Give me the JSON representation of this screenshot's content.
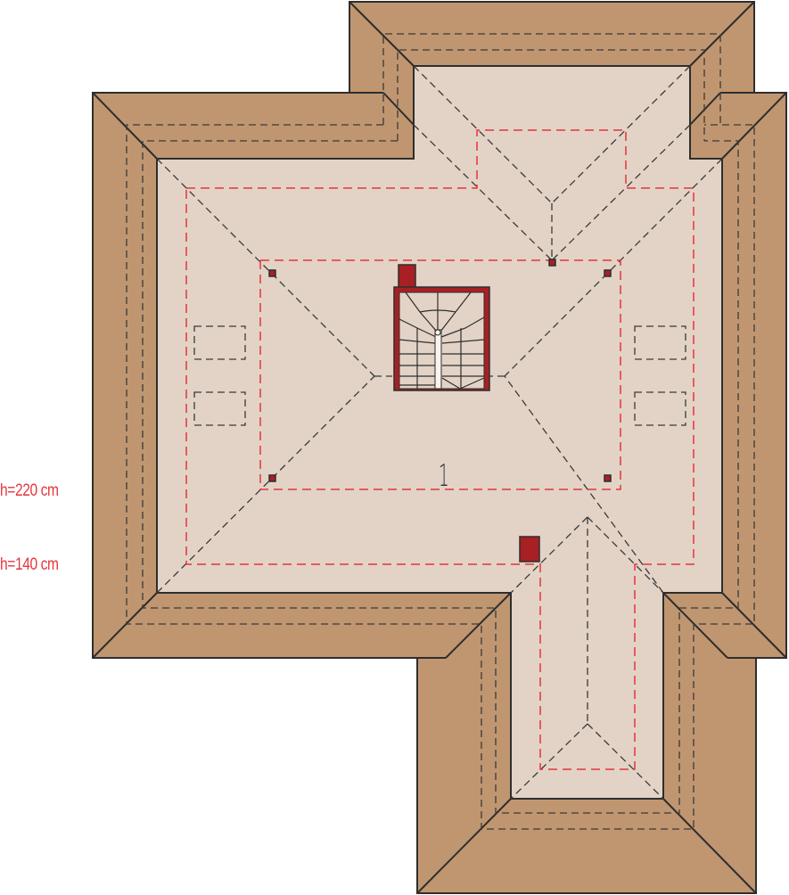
{
  "diagram": {
    "type": "roof-and-attic-floor-plan",
    "colors": {
      "roof_eave": "#c09670",
      "floor": "#e2d3c6",
      "outline": "#2e2e2e",
      "hip_line": "#3a3a3a",
      "height_line": "#e5353c",
      "chimney": "#a82024",
      "label_text": "#e5353c",
      "room_text": "#2e2e2e",
      "background": "#ffffff"
    },
    "legend": {
      "height_220": "h=220 cm",
      "height_140": "h=140 cm"
    },
    "rooms": [
      {
        "number": "1"
      }
    ],
    "elements": {
      "staircase": "winding-staircase",
      "chimneys": 2,
      "skylights": 4,
      "support_posts": 5
    }
  }
}
